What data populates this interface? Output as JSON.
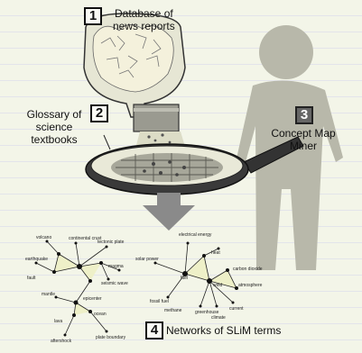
{
  "steps": [
    {
      "number": "1",
      "label_line1": "Database of",
      "label_line2": "news reports"
    },
    {
      "number": "2",
      "label_line1": "Glossary of",
      "label_line2": "science",
      "label_line3": "textbooks"
    },
    {
      "number": "3",
      "label_line1": "Concept Map",
      "label_line2": "Miner"
    },
    {
      "number": "4",
      "label": "Networks of SLiM terms"
    }
  ],
  "network_terms": {
    "left": [
      "continental crust",
      "tectonic plate",
      "earthquake",
      "volcano",
      "magma",
      "fault",
      "seismic wave",
      "mantle",
      "epicenter",
      "ocean",
      "lava",
      "plate boundary",
      "aftershock"
    ],
    "right": [
      "electrical energy",
      "fuel",
      "solar power",
      "heat",
      "fossil fuel",
      "carbon dioxide",
      "atmosphere",
      "wind",
      "current",
      "greenhouse",
      "climate",
      "methane"
    ]
  },
  "colors": {
    "background": "#f3f5e8",
    "ruled_line": "#e3e4ea",
    "figure": "#b9b9ac",
    "funnel": "#e8e8d8",
    "arrow": "#8a8a8a",
    "triangle_fill": "#eef0c8"
  }
}
